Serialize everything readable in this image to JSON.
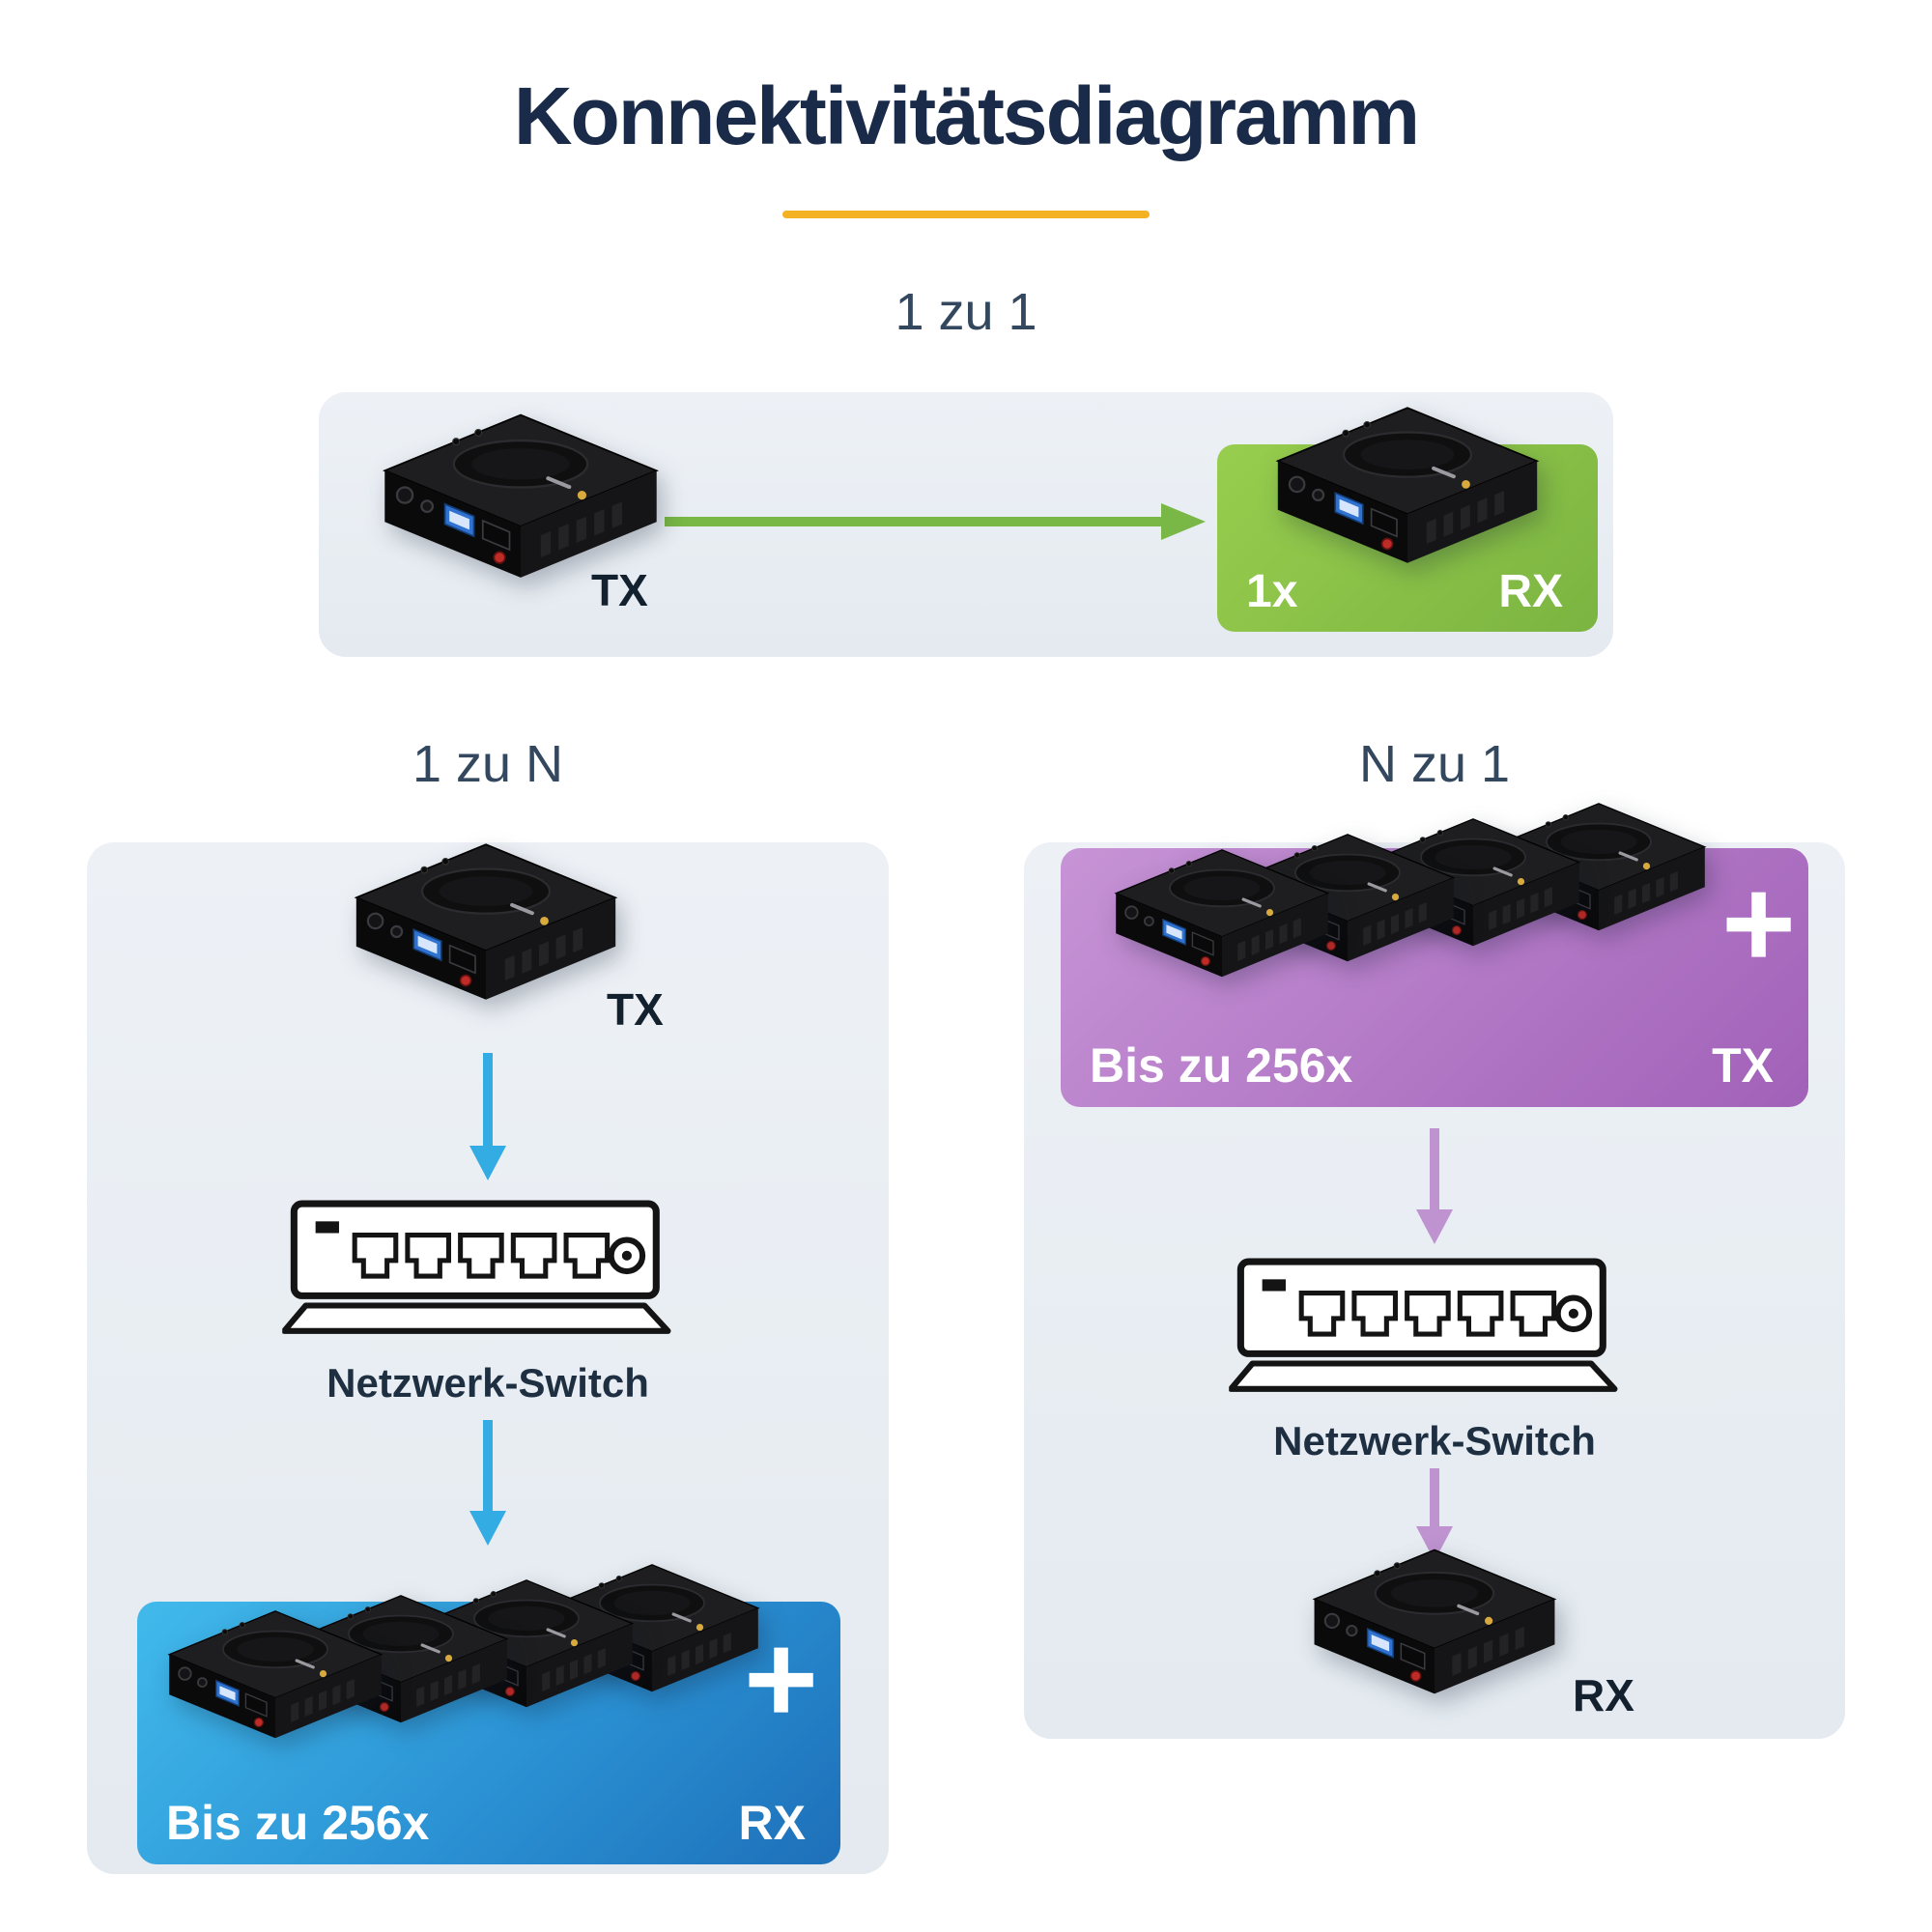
{
  "title": "Konnektivitätsdiagramm",
  "sections": {
    "one_to_one": {
      "label": "1 zu 1",
      "tx_label": "TX",
      "receiver": {
        "count_label": "1x",
        "label": "RX"
      }
    },
    "one_to_n": {
      "label": "1 zu N",
      "tx_label": "TX",
      "switch_label": "Netzwerk-Switch",
      "plus": "+",
      "receivers": {
        "count_label": "Bis zu 256x",
        "label": "RX"
      }
    },
    "n_to_one": {
      "label": "N zu 1",
      "transmitters": {
        "count_label": "Bis zu 256x",
        "label": "TX",
        "plus": "+"
      },
      "switch_label": "Netzwerk-Switch",
      "receiver_label": "RX"
    }
  },
  "icons": {
    "device": "av-over-ip-extender-device-icon",
    "network_switch": "network-switch-icon",
    "arrow_right": "arrow-right-icon",
    "arrow_down": "arrow-down-icon"
  },
  "colors": {
    "title_text": "#1A2B49",
    "accent_underline": "#F4B223",
    "section_label": "#33475F",
    "panel_background": "#EBF0F5",
    "green_panel": "#8CC63E",
    "blue_panel_start": "#41BAEB",
    "blue_panel_end": "#1E70B9",
    "purple_panel_start": "#C794D6",
    "purple_panel_end": "#A161B8",
    "arrow_green": "#79B746",
    "arrow_blue": "#33ACE3",
    "arrow_purple": "#BE93CF",
    "device_label_text": "#13202E",
    "panel_label_text": "#FFFFFF"
  }
}
